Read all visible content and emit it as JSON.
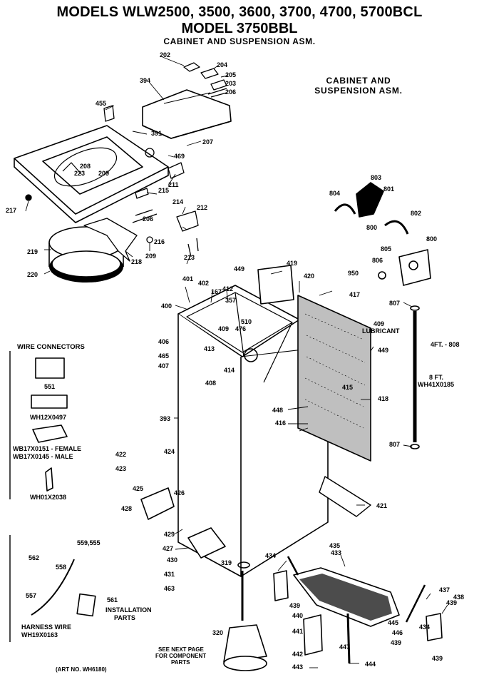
{
  "header": {
    "title_line1": "MODELS WLW2500, 3500, 3600, 3700, 4700, 5700BCL",
    "title_line2": "MODEL 3750BBL",
    "subtitle": "CABINET AND SUSPENSION ASM."
  },
  "side_label": {
    "line1": "CABINET AND",
    "line2": "SUSPENSION ASM."
  },
  "wire_connectors": {
    "title": "WIRE CONNECTORS",
    "items": [
      "551",
      "WH12X0497",
      "WB17X0151 - FEMALE",
      "WB17X0145 - MALE",
      "WH01X2038"
    ]
  },
  "harness": {
    "labels": [
      "562",
      "558",
      "559,555",
      "557",
      "561"
    ],
    "harness_wire_line1": "HARNESS WIRE",
    "harness_wire_line2": "WH19X0163",
    "installation_line1": "INSTALLATION",
    "installation_line2": "PARTS"
  },
  "notes": {
    "lubricant_num": "409",
    "lubricant": "LUBRICANT",
    "hose_4ft": "4FT. - 808",
    "hose_8ft_line1": "8 FT.",
    "hose_8ft_line2": "WH41X0185",
    "next_page_line1": "SEE NEXT PAGE",
    "next_page_line2": "FOR COMPONENT",
    "next_page_line3": "PARTS",
    "art_no": "(ART NO. WH6180)"
  },
  "part_numbers": [
    "202",
    "204",
    "205",
    "203",
    "206",
    "394",
    "455",
    "391",
    "207",
    "469",
    "208",
    "223",
    "209",
    "211",
    "217",
    "215",
    "214",
    "212",
    "206",
    "216",
    "209",
    "213",
    "219",
    "220",
    "218",
    "803",
    "801",
    "804",
    "802",
    "800",
    "800",
    "805",
    "806",
    "950",
    "449",
    "419",
    "420",
    "417",
    "401",
    "402",
    "167",
    "412",
    "357",
    "400",
    "510",
    "409",
    "476",
    "413",
    "414",
    "406",
    "465",
    "407",
    "408",
    "449",
    "418",
    "415",
    "448",
    "416",
    "393",
    "807",
    "807",
    "422",
    "424",
    "423",
    "425",
    "426",
    "428",
    "421",
    "429",
    "427",
    "430",
    "431",
    "463",
    "319",
    "320",
    "434",
    "433",
    "435",
    "439",
    "440",
    "441",
    "442",
    "443",
    "445",
    "446",
    "439",
    "447",
    "444",
    "437",
    "438",
    "439",
    "434",
    "439"
  ]
}
